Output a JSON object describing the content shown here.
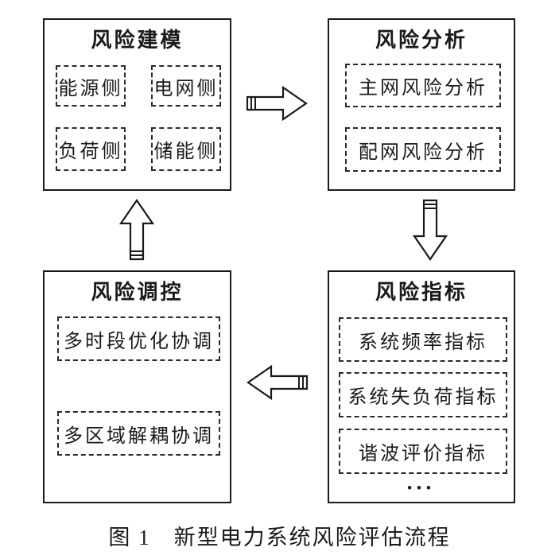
{
  "figure": {
    "caption": "图 1　新型电力系统风险评估流程"
  },
  "boxes": {
    "modeling": {
      "title": "风险建模",
      "items": [
        "能源侧",
        "电网侧",
        "负荷侧",
        "储能侧"
      ]
    },
    "analysis": {
      "title": "风险分析",
      "items": [
        "主网风险分析",
        "配网风险分析"
      ]
    },
    "indicators": {
      "title": "风险指标",
      "items": [
        "系统频率指标",
        "系统失负荷指标",
        "谐波评价指标"
      ],
      "more": "•••"
    },
    "regulation": {
      "title": "风险调控",
      "items": [
        "多时段优化协调",
        "多区域解耦协调"
      ]
    }
  },
  "arrows": {
    "modeling_to_analysis": "right",
    "analysis_to_indicators": "down",
    "indicators_to_regulation": "left",
    "regulation_to_modeling": "up"
  },
  "colors": {
    "line": "#1a1a1a",
    "background": "#ffffff"
  }
}
